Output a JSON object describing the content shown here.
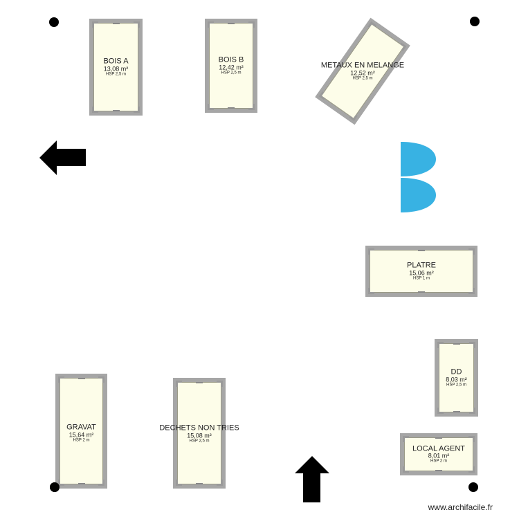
{
  "plan": {
    "rooms": [
      {
        "id": "bois-a",
        "name": "BOIS A",
        "area": "13,08 m²",
        "hsp": "HSP 2,5 m"
      },
      {
        "id": "bois-b",
        "name": "BOIS B",
        "area": "12,42 m²",
        "hsp": "HSP 2,5 m"
      },
      {
        "id": "metaux",
        "name": "METAUX EN MELANGE",
        "area": "12,52 m²",
        "hsp": "HSP 2,5 m"
      },
      {
        "id": "platre",
        "name": "PLATRE",
        "area": "15,06 m²",
        "hsp": "HSP 1 m"
      },
      {
        "id": "dd",
        "name": "DD",
        "area": "8,03 m²",
        "hsp": "HSP 2,5 m"
      },
      {
        "id": "local-agent",
        "name": "LOCAL AGENT",
        "area": "8,01 m²",
        "hsp": "HSP 2 m"
      },
      {
        "id": "gravat",
        "name": "GRAVAT",
        "area": "15,64 m²",
        "hsp": "HSP 2 m"
      },
      {
        "id": "dechets",
        "name": "DECHETS NON TRIES",
        "area": "15,08 m²",
        "hsp": "HSP 2,5 m"
      }
    ],
    "colors": {
      "wall": "#a6a6a6",
      "floor": "#fdfde9",
      "door": "#38b2e3",
      "arrow": "#000000"
    },
    "icons": {
      "arrow_left": "arrow-left-icon",
      "arrow_up": "arrow-up-icon",
      "door": "double-door-icon",
      "post": "post-dot-icon"
    }
  },
  "watermark": "www.archifacile.fr"
}
